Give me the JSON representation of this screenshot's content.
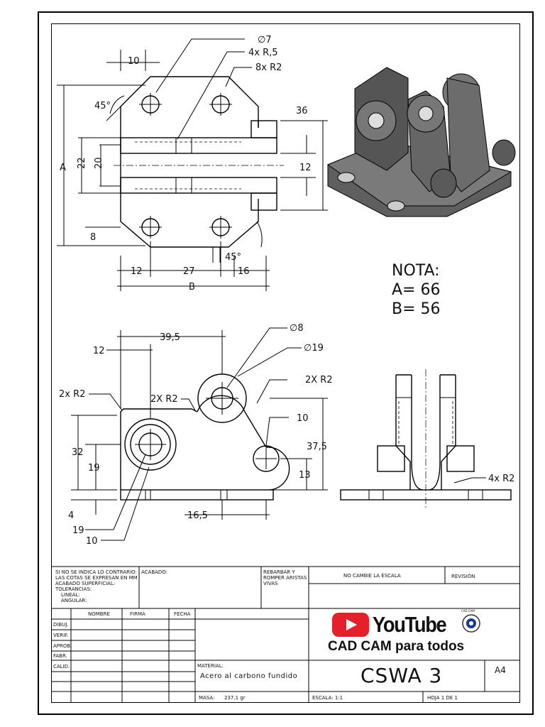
{
  "top_view": {
    "dims": {
      "d7": "∅7",
      "r5": "4x R,5",
      "r2": "8x R2",
      "w10": "10",
      "a45_top": "45°",
      "h36": "36",
      "h22": "22",
      "h20": "20",
      "h12": "12",
      "a": "A",
      "h8": "8",
      "a45_bottom": "45°",
      "w12": "12",
      "w27": "27",
      "w16": "16",
      "b": "B"
    }
  },
  "note": {
    "title": "NOTA:",
    "a_value": "A= 66",
    "b_value": "B= 56"
  },
  "front_view": {
    "dims": {
      "w39_5": "39,5",
      "d8": "∅8",
      "d19": "∅19",
      "w12": "12",
      "r2_left": "2x R2",
      "r2_mid": "2X R2",
      "r2_right": "2X R2",
      "r10": "10",
      "h32": "32",
      "h37_5": "37,5",
      "h19": "19",
      "h13": "13",
      "h4": "4",
      "w16_5": "16,5",
      "c19": "19",
      "c10": "10"
    }
  },
  "side_view": {
    "dims": {
      "r2": "4x R2"
    }
  },
  "title_block": {
    "general_note": "SI NO SE INDICA LO CONTRARIO:",
    "units_note": "LAS COTAS SE EXPRESAN EN MM",
    "surface": "ACABADO SUPERFICIAL:",
    "tolerances": "TOLERANCIAS:",
    "linear": "LINEAL:",
    "angular": "ANGULAR:",
    "finish": "ACABADO:",
    "edges_1": "REBARBAR Y",
    "edges_2": "ROMPER ARISTAS",
    "edges_3": "VIVAS",
    "no_scale": "NO CAMBIE LA ESCALA",
    "revision": "REVISIÓN",
    "col_name": "NOMBRE",
    "col_sign": "FIRMA",
    "col_date": "FECHA",
    "row_draw": "DIBUJ.",
    "row_verify": "VERIF.",
    "row_approve": "APROB.",
    "row_fab": "FABR.",
    "row_qual": "CALID.",
    "material_label": "MATERIAL:",
    "material_value": "Acero al carbono fundido",
    "mass_label": "MASA:",
    "mass_value": "237,1 gr",
    "scale": "ESCALA: 1:1",
    "sheet": "HOJA 1 DE 1",
    "title": "CSWA 3",
    "size": "A4"
  },
  "brand": {
    "youtube": "YouTube",
    "channel": "CAD CAM para todos",
    "badge_text": "CAD CAM"
  },
  "colors": {
    "youtube_red": "#e4202a",
    "part_gray": "#6e6e6e"
  }
}
